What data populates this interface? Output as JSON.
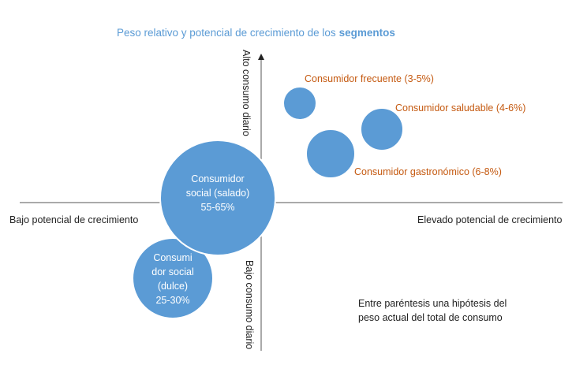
{
  "title": {
    "text": "Peso relativo y potencial de crecimiento de los",
    "emphasis": "segmentos"
  },
  "axes": {
    "x_left": "Bajo potencial de crecimiento",
    "x_right": "Elevado potencial de crecimiento",
    "y_top": "Alto consumo diario",
    "y_bottom": "Bajo consumo diario"
  },
  "segments": {
    "frecuente": "Consumidor frecuente (3-5%)",
    "saludable": "Consumidor saludable (4-6%)",
    "gastronomico": "Consumidor gastronómico (6-8%)",
    "social_salado": [
      "Consumidor",
      "social (salado)",
      "55-65%"
    ],
    "social_dulce": [
      "Consumi",
      "dor social",
      "(dulce)",
      "25-30%"
    ]
  },
  "note": {
    "line1": "Entre paréntesis una hipótesis del",
    "line2": "peso actual del total de consumo"
  },
  "colors": {
    "bubble": "#5b9bd5",
    "bubble_stroke": "#ffffff",
    "segment_label": "#c55a11",
    "title": "#5b9bd5",
    "axis": "#555555"
  }
}
